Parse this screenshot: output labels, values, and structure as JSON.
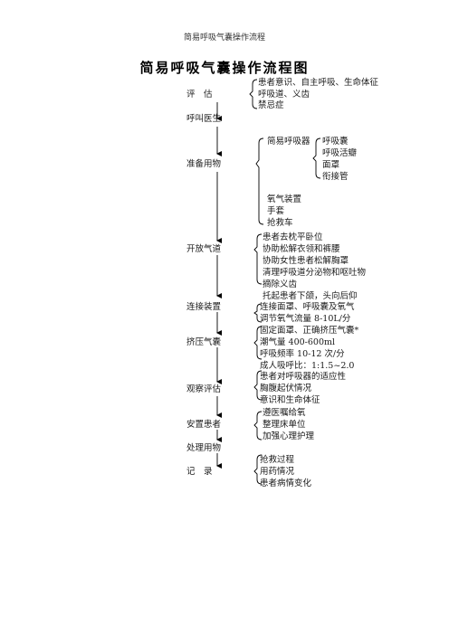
{
  "header": "简易呼吸气囊操作流程",
  "title": "简易呼吸气囊操作流程图",
  "steps": {
    "assess": {
      "label": "评　估",
      "items": [
        "患者意识、自主呼吸、生命体征",
        "呼吸道、义齿",
        "禁忌症"
      ]
    },
    "call_doctor": {
      "label": "呼叫医生"
    },
    "prepare": {
      "label": "准备用物",
      "bag_label": "简易呼吸器",
      "bag_items": [
        "呼吸囊",
        "呼吸活瓣",
        "面罩",
        "衔接管"
      ],
      "items": [
        "氧气装置",
        "手套",
        "抢救车"
      ]
    },
    "open_airway": {
      "label": "开放气道",
      "items": [
        "患者去枕平卧位",
        "协助松解衣领和裤腰",
        "协助女性患者松解胸罩",
        "清理呼吸道分泌物和呕吐物",
        "摘除义齿",
        "托起患者下颌，头向后仰"
      ]
    },
    "connect": {
      "label": "连接装置",
      "items": [
        "连接面罩、呼吸囊及氧气",
        "调节氧气流量 8-10L/分"
      ]
    },
    "squeeze": {
      "label": "挤压气囊",
      "items": [
        "固定面罩、正确挤压气囊*",
        "潮气量 400-600ml",
        "呼吸频率 10-12 次/分",
        "成人吸呼比：1:1.5~2.0"
      ]
    },
    "observe": {
      "label": "观察评估",
      "items": [
        "患者对呼吸器的适应性",
        "胸腹起伏情况",
        "意识和生命体征"
      ]
    },
    "settle": {
      "label": "安置患者",
      "items": [
        "遵医嘱给氧",
        "整理床单位",
        "加强心理护理"
      ]
    },
    "dispose": {
      "label": "处理用物"
    },
    "record": {
      "label": "记　录",
      "items": [
        "抢救过程",
        "用药情况",
        "患者病情变化"
      ]
    }
  }
}
